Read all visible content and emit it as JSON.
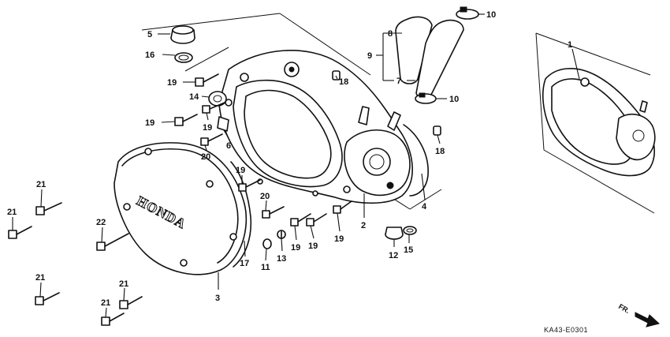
{
  "diagram": {
    "brand_text": "HONDA",
    "code": "KA43-E0301",
    "direction_label": "FR.",
    "callouts": [
      "1",
      "2",
      "3",
      "4",
      "5",
      "6",
      "7",
      "8",
      "9",
      "10",
      "10",
      "11",
      "12",
      "13",
      "14",
      "15",
      "16",
      "17",
      "18",
      "18",
      "19",
      "19",
      "19",
      "19",
      "19",
      "19",
      "19",
      "20",
      "20",
      "21",
      "21",
      "21",
      "21",
      "21",
      "22"
    ]
  }
}
